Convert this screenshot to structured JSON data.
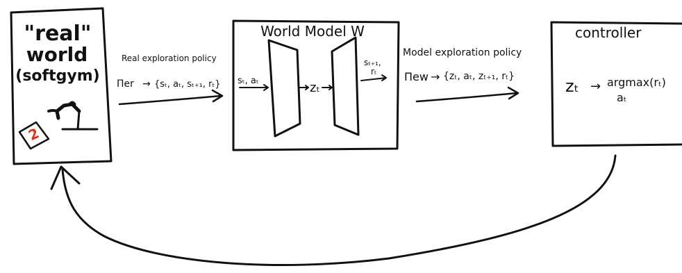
{
  "real_world": {
    "title_line1": "\"real\"",
    "title_line2": "world",
    "title_line3": "(softgym)",
    "paper_digit": "2"
  },
  "real_policy": {
    "label": "Real exploration policy",
    "policy_symbol": "Πer",
    "tuple": "{sₜ, aₜ, sₜ₊₁, rₜ}"
  },
  "world_model": {
    "title": "World  Model  W",
    "input": "sₜ, aₜ",
    "latent": "zₜ",
    "output_line1": "sₜ₊₁,",
    "output_line2": "rₜ"
  },
  "model_policy": {
    "label": "Model exploration policy",
    "policy_symbol": "Πew",
    "tuple": "{zₜ, aₜ, zₜ₊₁, rₜ}"
  },
  "controller": {
    "title": "controller",
    "latent": "zₜ",
    "argmax": "argmax(rₜ)",
    "argmax_sub": "aₜ"
  },
  "colors": {
    "ink": "#111111",
    "accent": "#e0301e"
  }
}
